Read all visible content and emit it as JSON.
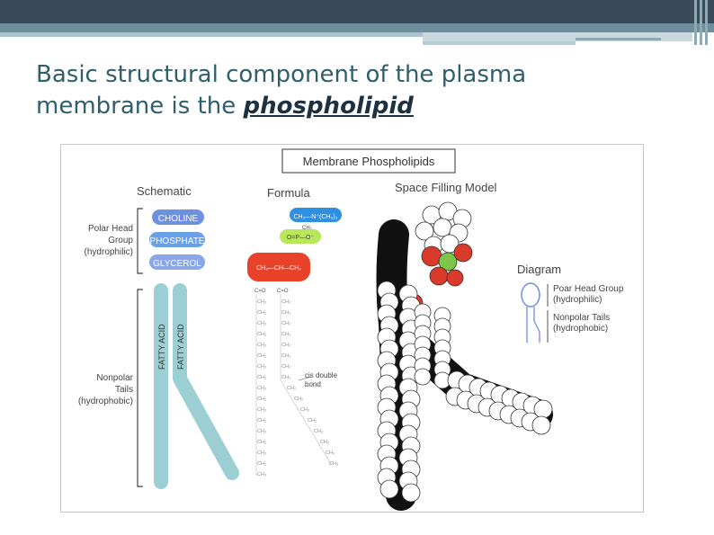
{
  "slide": {
    "title_line1": "Basic structural component of the plasma",
    "title_line2_prefix": "membrane is the ",
    "title_emphasis": "phospholipid"
  },
  "figure": {
    "title": "Membrane Phospholipids",
    "schematic": {
      "heading": "Schematic",
      "polar_head_label": [
        "Polar Head",
        "Group",
        "(hydrophilic)"
      ],
      "nonpolar_label": [
        "Nonpolar",
        "Tails",
        "(hydrophobic)"
      ],
      "head_parts": [
        "CHOLINE",
        "PHOSPHATE",
        "GLYCEROL"
      ],
      "tail_label": "FATTY ACID"
    },
    "formula": {
      "heading": "Formula",
      "choline": "CH₂—N⁺(CH₃)₃",
      "choline_ch2": "CH₂",
      "phosphate": "O=P—O⁻",
      "glycerol": "CH₂—CH—CH₂",
      "ester": "C=O",
      "ch2": "CH₂",
      "ch3": "CH₃",
      "cis_label": [
        "cis double",
        "bond"
      ]
    },
    "space_filling": {
      "heading": "Space Filling Model"
    },
    "diagram": {
      "heading": "Diagram",
      "polar_label": [
        "Poar Head Group",
        "(hydrophilic)"
      ],
      "nonpolar_label": [
        "Nonpolar Tails",
        "(hydrophobic)"
      ]
    }
  },
  "colors": {
    "choline": "#6f8fe0",
    "phosphate": "#6aa0e8",
    "glycerol": "#8aa6e8",
    "tail": "#9ccfd3",
    "formula_choline": "#2f8fe0",
    "formula_phosphate": "#b8e85a",
    "formula_glycerol": "#e8432a"
  }
}
